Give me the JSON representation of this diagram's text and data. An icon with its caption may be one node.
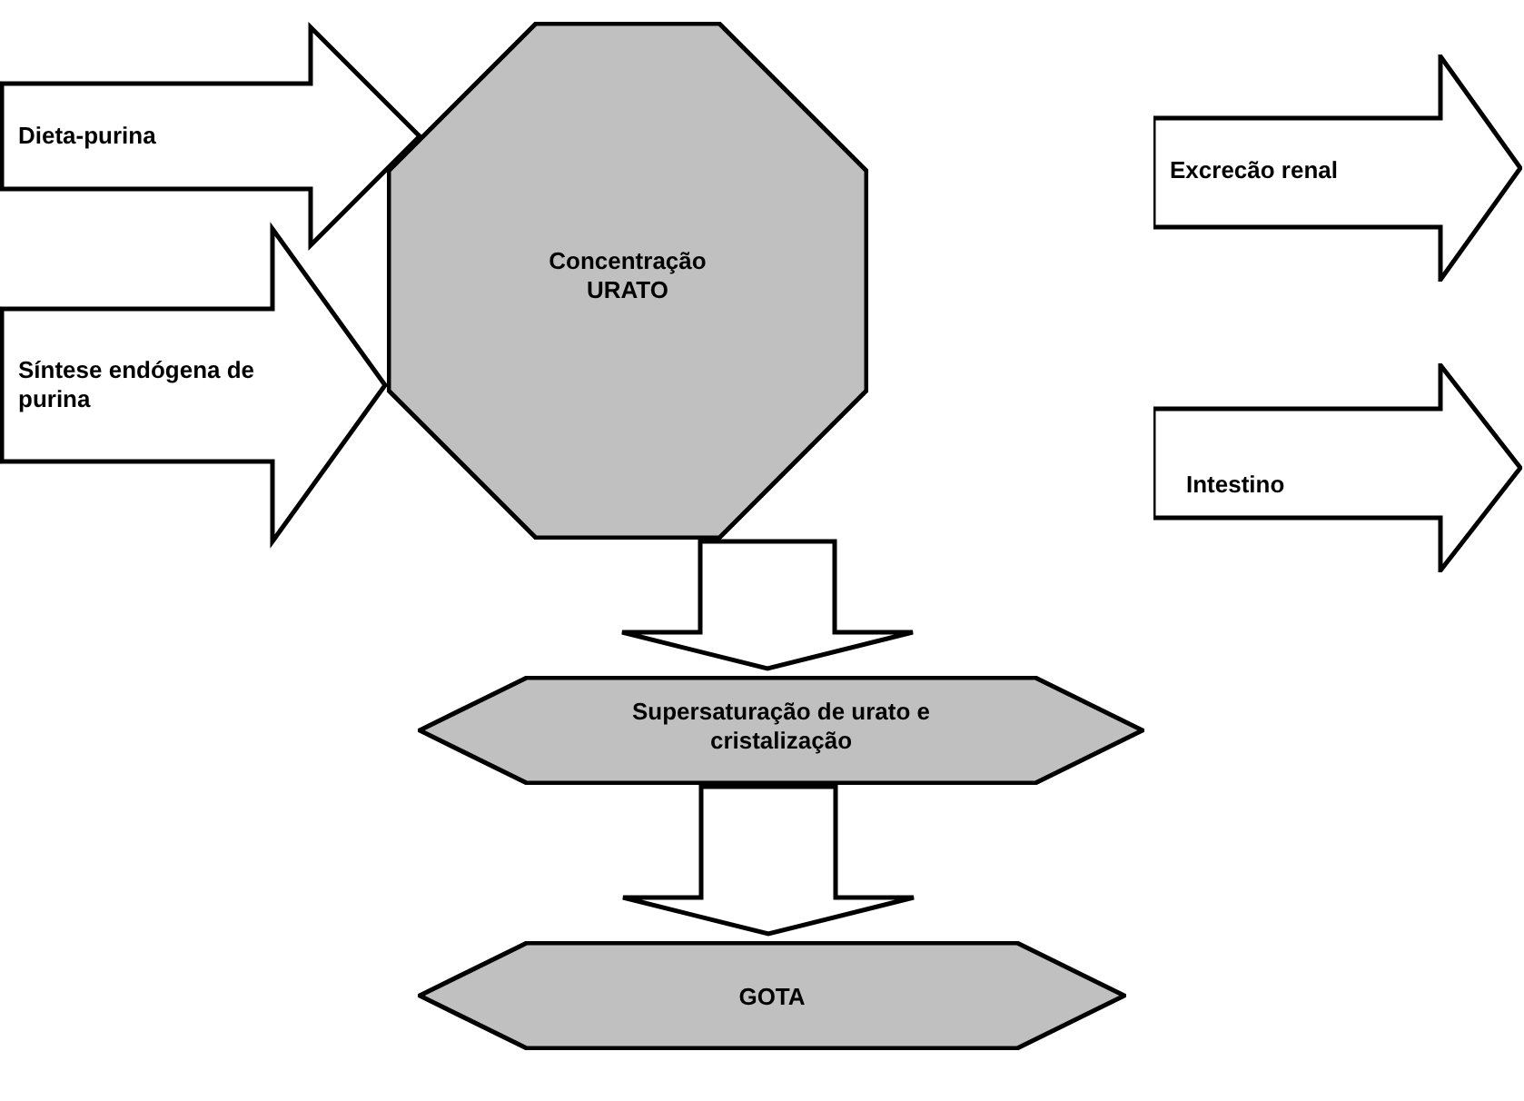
{
  "diagram": {
    "nodes": [
      {
        "text": [
          "Concentração URATO"
        ]
      },
      {
        "text": [
          "Excrecão renal"
        ]
      },
      {
        "text": [
          "Intestino"
        ]
      },
      {
        "text": [
          "Supersaturação de urato e cristalização"
        ]
      },
      {
        "text": [
          "GOTA"
        ]
      }
    ],
    "edges": [
      {
        "from": null,
        "to": 0,
        "arrow": "to",
        "label": "Dieta-purina",
        "style": "thick"
      },
      {
        "from": null,
        "to": 0,
        "arrow": "to",
        "label": "Síntese endógena de purina",
        "style": "thick"
      },
      {
        "from": 0,
        "to": 3,
        "arrow": "to",
        "style": "thick"
      },
      {
        "from": 3,
        "to": 4,
        "arrow": "to",
        "style": "thick"
      }
    ]
  }
}
